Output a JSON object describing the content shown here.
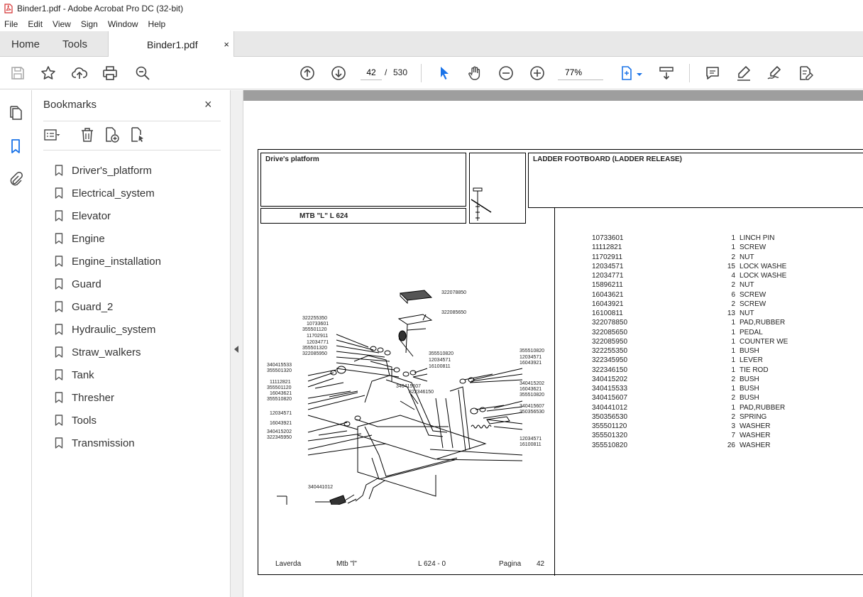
{
  "window": {
    "title": "Binder1.pdf - Adobe Acrobat Pro DC (32-bit)"
  },
  "menu": [
    "File",
    "Edit",
    "View",
    "Sign",
    "Window",
    "Help"
  ],
  "tabs": {
    "home": "Home",
    "tools": "Tools",
    "document": "Binder1.pdf",
    "close": "×"
  },
  "toolbar": {
    "page_current": "42",
    "page_separator": "/",
    "page_total": "530",
    "zoom": "77%"
  },
  "bookmarks": {
    "title": "Bookmarks",
    "close": "×",
    "items": [
      "Driver's_platform",
      "Electrical_system",
      "Elevator",
      "Engine",
      "Engine_installation",
      "Guard",
      "Guard_2",
      "Hydraulic_system",
      "Straw_walkers",
      "Tank",
      "Thresher",
      "Tools",
      "Transmission"
    ]
  },
  "document": {
    "section": "Drive's platform",
    "model": "MTB \"L\" L 624",
    "heading": "LADDER FOOTBOARD (LADDER RELEASE)",
    "parts": [
      {
        "code": "10733601",
        "qty": "1",
        "desc": "LINCH PIN"
      },
      {
        "code": "11112821",
        "qty": "1",
        "desc": "SCREW"
      },
      {
        "code": "11702911",
        "qty": "2",
        "desc": "NUT"
      },
      {
        "code": "12034571",
        "qty": "15",
        "desc": "LOCK WASHE"
      },
      {
        "code": "12034771",
        "qty": "4",
        "desc": "LOCK WASHE"
      },
      {
        "code": "15896211",
        "qty": "2",
        "desc": "NUT"
      },
      {
        "code": "16043621",
        "qty": "6",
        "desc": "SCREW"
      },
      {
        "code": "16043921",
        "qty": "2",
        "desc": "SCREW"
      },
      {
        "code": "16100811",
        "qty": "13",
        "desc": "NUT"
      },
      {
        "code": "322078850",
        "qty": "1",
        "desc": "PAD,RUBBER"
      },
      {
        "code": "322085650",
        "qty": "1",
        "desc": "PEDAL"
      },
      {
        "code": "322085950",
        "qty": "1",
        "desc": "COUNTER WE"
      },
      {
        "code": "322255350",
        "qty": "1",
        "desc": "BUSH"
      },
      {
        "code": "322345950",
        "qty": "1",
        "desc": "LEVER"
      },
      {
        "code": "322346150",
        "qty": "1",
        "desc": "TIE ROD"
      },
      {
        "code": "340415202",
        "qty": "2",
        "desc": "BUSH"
      },
      {
        "code": "340415533",
        "qty": "1",
        "desc": "BUSH"
      },
      {
        "code": "340415607",
        "qty": "2",
        "desc": "BUSH"
      },
      {
        "code": "340441012",
        "qty": "1",
        "desc": "PAD,RUBBER"
      },
      {
        "code": "350356530",
        "qty": "2",
        "desc": "SPRING"
      },
      {
        "code": "355501120",
        "qty": "3",
        "desc": "WASHER"
      },
      {
        "code": "355501320",
        "qty": "7",
        "desc": "WASHER"
      },
      {
        "code": "355510820",
        "qty": "26",
        "desc": "WASHER"
      }
    ],
    "footer": {
      "brand": "Laverda",
      "model": "Mtb \"l\"",
      "ref": "L 624 - 0",
      "page_label": "Pagina",
      "page_number": "42"
    },
    "diagram_labels": {
      "pad": "322078850",
      "pedal": "322085650",
      "l1": "322255350",
      "l2": "10733601",
      "l3": "355501120",
      "l4": "11702911",
      "l5": "12034771",
      "l6": "355501320",
      "l7": "322085950",
      "l8": "340415533",
      "l9": "355501320",
      "l10": "11112821",
      "l11": "355501120",
      "l12": "16043621",
      "l13": "355510820",
      "l14": "12034571",
      "l15": "16043921",
      "l16": "340415202",
      "l17": "322345950",
      "m1": "355510820",
      "m2": "12034571",
      "m3": "16100811",
      "m4": "340415607",
      "m5": "322346150",
      "r1": "355510820",
      "r2": "12034571",
      "r3": "16043921",
      "r4": "340415202",
      "r5": "16043621",
      "r6": "355510820",
      "r7": "340415607",
      "r8": "350356530",
      "r9": "12034571",
      "r10": "16100811",
      "b1": "340441012"
    }
  }
}
